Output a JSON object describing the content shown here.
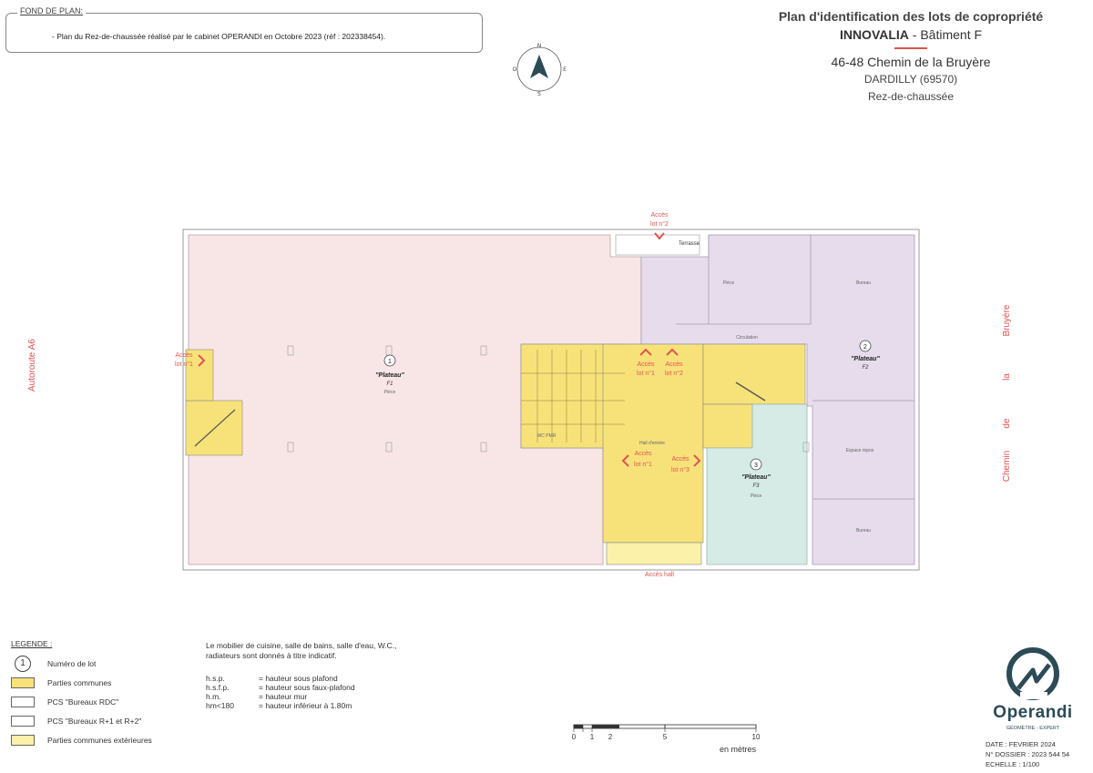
{
  "fond": {
    "title": "FOND DE PLAN:",
    "text": "- Plan du Rez-de-chaussée réalisé par le cabinet OPERANDI en Octobre 2023 (réf : 202338454)."
  },
  "compass": {
    "north": "N",
    "south": "S",
    "east": "E",
    "west": "O"
  },
  "title_block": {
    "line1": "Plan d'identification des lots de copropriété",
    "line2_bold": "INNOVALIA",
    "line2_rest": " - Bâtiment F",
    "address": "46-48 Chemin de la Bruyère",
    "city": "DARDILLY (69570)",
    "level": "Rez-de-chaussée"
  },
  "roads": {
    "left": "Autoroute          A6",
    "right_words": [
      "Chemin",
      "de",
      "la",
      "Bruyère"
    ]
  },
  "lots": [
    {
      "number": "1",
      "label": "\"Plateau\"",
      "code": "F1",
      "room": "Pièce"
    },
    {
      "number": "2",
      "label": "\"Plateau\"",
      "code": "F2"
    },
    {
      "number": "3",
      "label": "\"Plateau\"",
      "code": "F3",
      "room": "Pièce"
    }
  ],
  "rooms": {
    "terrasse": "Terrasse",
    "piece": "Pièce",
    "bureau": "Bureau",
    "circulation": "Circulation",
    "espace_repos": "Espace repos",
    "hall": "Hall d'entrée",
    "wc": "WC PMR"
  },
  "access": {
    "acces": "Accès",
    "lot1": "lot n°1",
    "lot2": "lot n°2",
    "lot3": "lot n°3",
    "hall": "Accès hall"
  },
  "legend": {
    "title": "LEGENDE :",
    "items": [
      {
        "type": "circle",
        "glyph": "1",
        "label": "Numéro de lot"
      },
      {
        "type": "swatch",
        "fill": "#f7e27a",
        "label": "Parties communes"
      },
      {
        "type": "swatch",
        "fill": "#ffffff",
        "label": "PCS \"Bureaux RDC\""
      },
      {
        "type": "swatch",
        "fill": "#ffffff",
        "label": "PCS \"Bureaux R+1 et R+2\""
      },
      {
        "type": "swatch",
        "fill": "#fbf1a8",
        "label": "Parties communes extérieures"
      }
    ]
  },
  "notes": {
    "line1": "Le mobilier de cuisine, salle de bains, salle d'eau, W.C.,",
    "line2": "radiateurs sont donnés à titre indicatif.",
    "abbr": [
      {
        "k": "h.s.p.",
        "v": "= hauteur sous plafond"
      },
      {
        "k": "h.s.f.p.",
        "v": "= hauteur sous faux-plafond"
      },
      {
        "k": "h.m.",
        "v": "= hauteur mur"
      },
      {
        "k": "hm<180",
        "v": "= hauteur inférieur à 1.80m"
      }
    ]
  },
  "scale": {
    "ticks": [
      "0",
      "1",
      "2",
      "5",
      "10"
    ],
    "caption": "en mètres"
  },
  "logo": {
    "name": "Operandi",
    "tagline": "GÉOMÈTRE - EXPERT"
  },
  "meta": {
    "date": "DATE : FEVRIER 2024",
    "dossier": "N° DOSSIER : 2023 544 54",
    "echelle": "ECHELLE : 1/100"
  },
  "colors": {
    "lot1": "#f8e6e6",
    "lot2": "#e6dcec",
    "lot3": "#d6ebe6",
    "common": "#f7e27a",
    "accent": "#e0534f",
    "logo": "#2c4b57"
  }
}
